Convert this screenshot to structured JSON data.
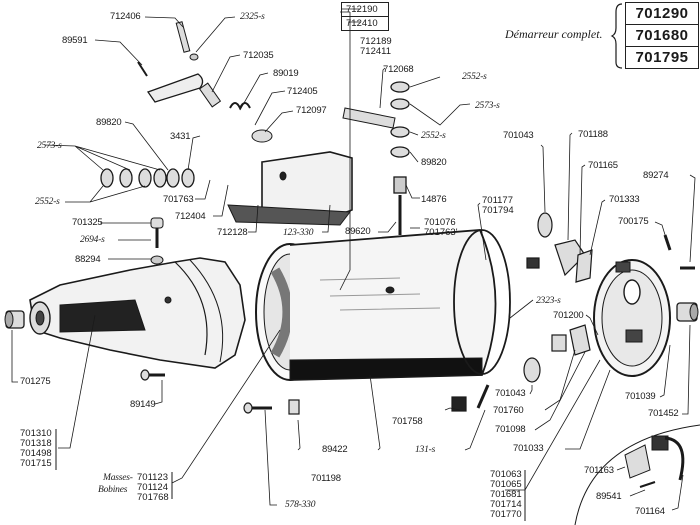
{
  "title": {
    "label": "Démarreur complet.",
    "numbers": [
      "701290",
      "701680",
      "701795"
    ]
  },
  "boxed_group": [
    "712190",
    "712410"
  ],
  "sub_group": [
    "712189",
    "712411"
  ],
  "labels": {
    "p712406": "712406",
    "p2325s_top": "2325-s",
    "p89591": "89591",
    "p712035": "712035",
    "p89019": "89019",
    "p712405": "712405",
    "p712097": "712097",
    "p89820_left": "89820",
    "p3431": "3431",
    "p2573s_left": "2573-s",
    "p2552s_left": "2552-s",
    "p701763": "701763",
    "p712404": "712404",
    "p712128": "712128",
    "p123_330": "123-330",
    "p701325": "701325",
    "p2694s": "2694-s",
    "p88294": "88294",
    "p712068": "712068",
    "p2552s_top": "2552-s",
    "p2573s_right": "2573-s",
    "p2552s_mid": "2552-s",
    "p89820_mid": "89820",
    "p14876": "14876",
    "p89620": "89620",
    "p701076_group": [
      "701076",
      "701763'"
    ],
    "p701177_group": [
      "701177",
      "701794"
    ],
    "p701043_top": "701043",
    "p701188": "701188",
    "p701165": "701165",
    "p701333": "701333",
    "p89274": "89274",
    "p700175": "700175",
    "p2323s": "2323-s",
    "p701200": "701200",
    "p701275": "701275",
    "p89149": "89149",
    "p701043_bot": "701043",
    "p701760": "701760",
    "p701098": "701098",
    "p701033": "701033",
    "p701039": "701039",
    "p701452": "701452",
    "p701758": "701758",
    "p131s": "131-s",
    "p89422": "89422",
    "p701198": "701198",
    "p578_330": "578-330",
    "housing_group": [
      "701310",
      "701318",
      "701498",
      "701715"
    ],
    "masses_label": "Masses-",
    "bobines_label": "Bobines",
    "coil_group": [
      "701123",
      "701124",
      "701768"
    ],
    "brush_group": [
      "701063",
      "701065",
      "701681",
      "701714",
      "701770"
    ],
    "p701163": "701163",
    "p89541": "89541",
    "p701164": "701164"
  }
}
